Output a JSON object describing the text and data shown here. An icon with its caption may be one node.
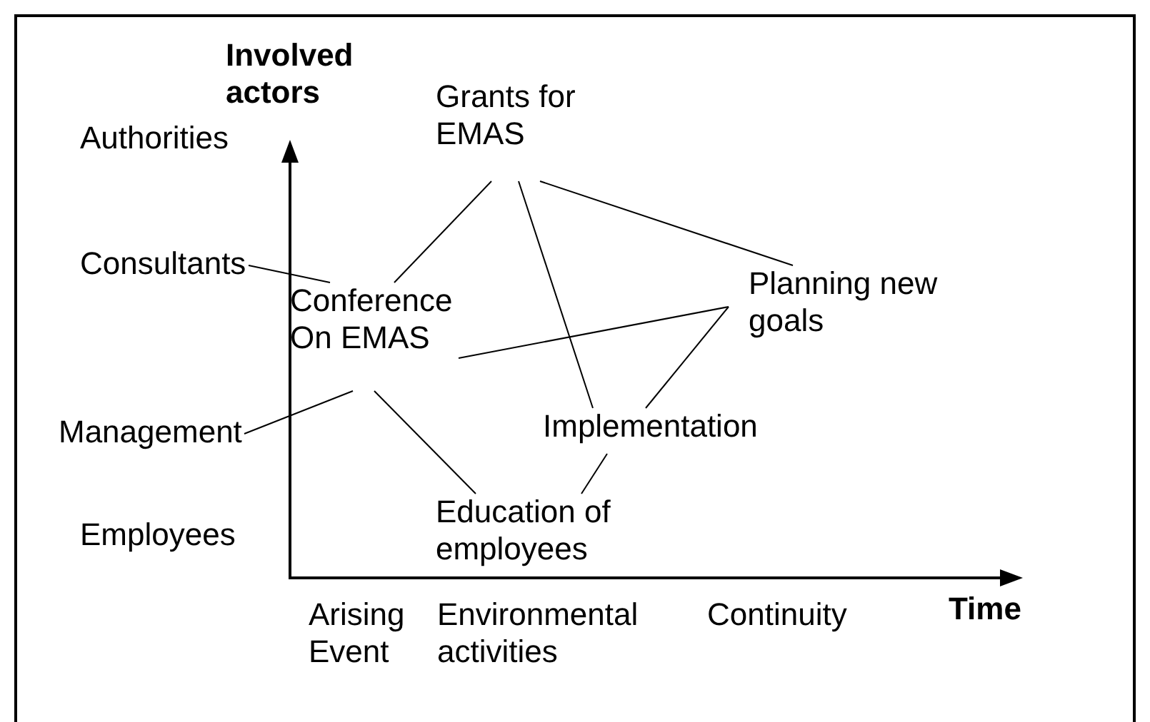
{
  "diagram": {
    "nodes": [
      {
        "text": [
          "Consultants"
        ]
      },
      {
        "text": [
          "Management"
        ]
      },
      {
        "text": [
          "Grants for EMAS"
        ]
      },
      {
        "text": [
          "Conference On EMAS"
        ]
      },
      {
        "text": [
          "Planning new goals"
        ]
      },
      {
        "text": [
          "Implementation"
        ]
      },
      {
        "text": [
          "Education of employees"
        ]
      }
    ],
    "edges": [
      {
        "from": 0,
        "to": 3,
        "arrow": "none"
      },
      {
        "from": 1,
        "to": 3,
        "arrow": "none"
      },
      {
        "from": 2,
        "to": 3,
        "arrow": "none"
      },
      {
        "from": 2,
        "to": 5,
        "arrow": "none"
      },
      {
        "from": 2,
        "to": 4,
        "arrow": "none"
      },
      {
        "from": 3,
        "to": 4,
        "arrow": "none"
      },
      {
        "from": 3,
        "to": 6,
        "arrow": "none"
      },
      {
        "from": 6,
        "to": 5,
        "arrow": "none"
      },
      {
        "from": 5,
        "to": 4,
        "arrow": "none"
      }
    ],
    "labels": [
      "Involved actors",
      "Authorities",
      "Employees",
      "Time",
      "Arising Event",
      "Environmental activities",
      "Continuity"
    ]
  }
}
